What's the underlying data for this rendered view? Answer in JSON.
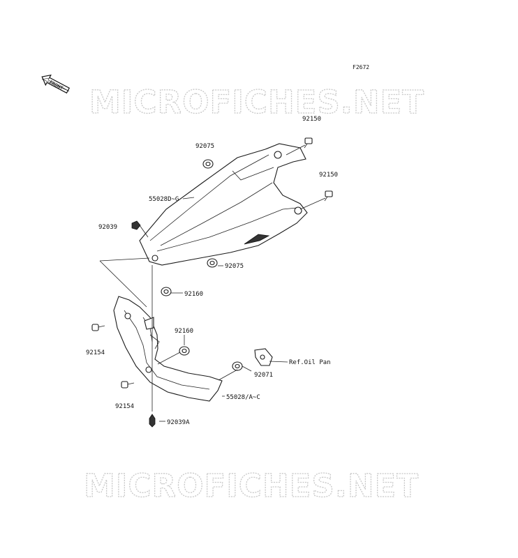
{
  "figure_code": "F2672",
  "watermark": "MICROFICHES.NET",
  "front_marker": "FRONT",
  "part_labels": {
    "p92150_top": "92150",
    "p92075_top": "92075",
    "p92150_right": "92150",
    "p55028D": "55028D~G",
    "p92039": "92039",
    "p92075_bottom": "92075",
    "p92160_upper": "92160",
    "p92154_upper": "92154",
    "p92160_lower": "92160",
    "ref_oil_pan": "Ref.Oil Pan",
    "p92071": "92071",
    "p92154_lower": "92154",
    "p55028A": "55028/A~C",
    "p92039A": "92039A"
  }
}
